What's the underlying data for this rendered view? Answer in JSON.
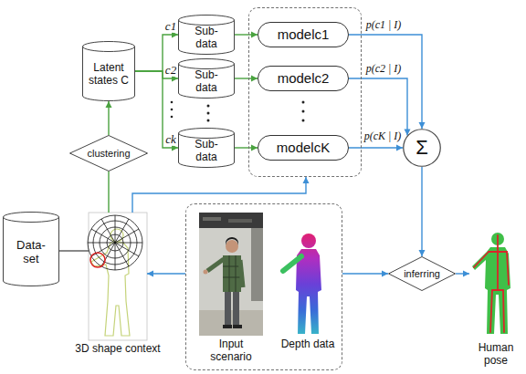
{
  "diagram": {
    "nodes": [
      {
        "text": [
          "Latent states C"
        ]
      },
      {
        "text": [
          "clustering"
        ]
      },
      {
        "text": [
          "Sub- data"
        ]
      },
      {
        "text": [
          "Sub- data"
        ]
      },
      {
        "text": [
          "Sub- data"
        ]
      },
      {
        "text": []
      },
      {
        "text": [
          "modelc1"
        ],
        "in": 5
      },
      {
        "text": [
          "modelc2"
        ],
        "in": 5
      },
      {
        "text": [
          "modelcK"
        ],
        "in": 5
      },
      {
        "text": [
          "Σ"
        ]
      },
      {
        "text": [
          "Data- set"
        ]
      },
      {
        "text": [
          "3D shape context"
        ]
      },
      {
        "text": []
      },
      {
        "text": [
          "Input scenario"
        ],
        "in": 12
      },
      {
        "text": [
          "Depth data"
        ],
        "in": 12
      },
      {
        "text": [
          "inferring"
        ]
      },
      {
        "text": [
          "Human pose"
        ]
      }
    ],
    "edges": [
      {
        "from": 10,
        "to": 11,
        "arrow": "none"
      },
      {
        "from": 11,
        "to": 1,
        "arrow": "none"
      },
      {
        "from": 1,
        "to": 0,
        "arrow": "to"
      },
      {
        "from": 0,
        "to": 2,
        "arrow": "to",
        "label": "c1"
      },
      {
        "from": 0,
        "to": 3,
        "arrow": "to",
        "label": "c2"
      },
      {
        "from": 0,
        "to": 4,
        "arrow": "to",
        "label": "ck"
      },
      {
        "from": 2,
        "to": 6,
        "arrow": "to"
      },
      {
        "from": 3,
        "to": 7,
        "arrow": "to"
      },
      {
        "from": 4,
        "to": 8,
        "arrow": "to"
      },
      {
        "from": 11,
        "to": 5,
        "arrow": "to"
      },
      {
        "from": 6,
        "to": 9,
        "arrow": "to",
        "label": "p(c1 | I)"
      },
      {
        "from": 7,
        "to": 9,
        "arrow": "to",
        "label": "p(c2 | I)"
      },
      {
        "from": 8,
        "to": 9,
        "arrow": "to",
        "label": "p(cK | I)"
      },
      {
        "from": 9,
        "to": 15,
        "arrow": "to"
      },
      {
        "from": 12,
        "to": 11,
        "arrow": "to"
      },
      {
        "from": 12,
        "to": 15,
        "arrow": "to"
      },
      {
        "from": 15,
        "to": 16,
        "arrow": "to"
      }
    ]
  }
}
